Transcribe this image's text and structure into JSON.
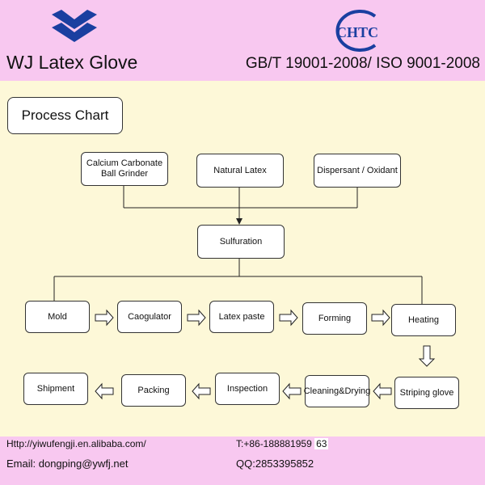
{
  "header": {
    "brand": "WJ Latex Glove",
    "cert_logo_text": "CHTC",
    "standards": "GB/T 19001-2008/ ISO 9001-2008"
  },
  "title": "Process Chart",
  "raw_materials": [
    {
      "label": "Calcium Carbonate\nBall Grinder"
    },
    {
      "label": "Natural Latex"
    },
    {
      "label": "Dispersant / Oxidant"
    }
  ],
  "sulfuration": "Sulfuration",
  "row1": [
    "Mold",
    "Caogulator",
    "Latex paste",
    "Forming",
    "Heating"
  ],
  "row2": [
    "Shipment",
    "Packing",
    "Inspection",
    "Cleaning&Drying",
    "Striping glove"
  ],
  "footer": {
    "website": "Http://yiwufengji.en.alibaba.com/",
    "tel": "T:+86-188881959",
    "tel_suffix": "63",
    "email": "Email: dongping@ywfj.net",
    "qq": "QQ:2853395852"
  },
  "colors": {
    "header_bg": "#f8c8f0",
    "page_bg": "#fdf8d8",
    "logo_blue": "#1a3fa0"
  }
}
